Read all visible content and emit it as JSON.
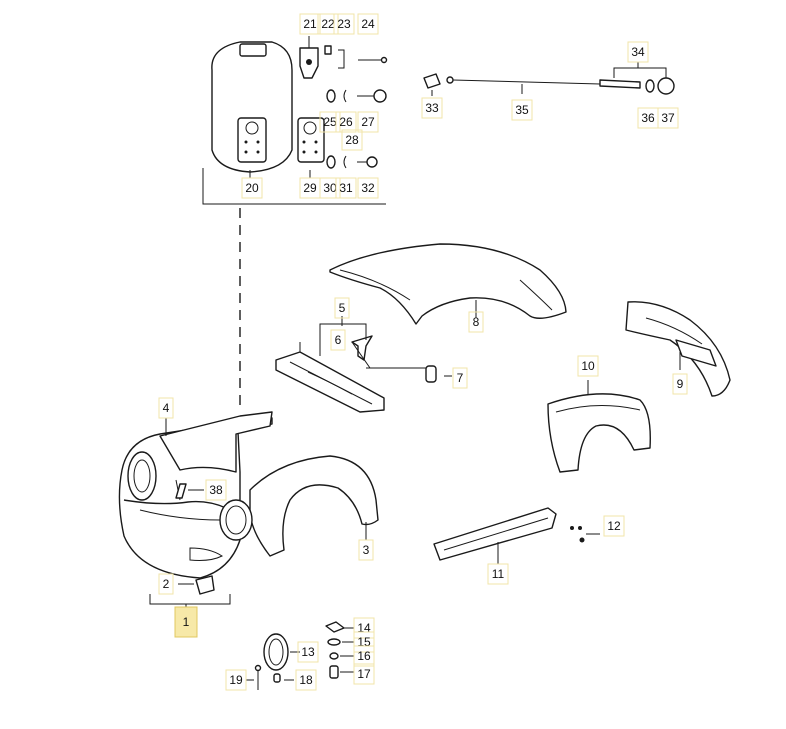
{
  "callouts": [
    {
      "id": "1",
      "label": "1"
    },
    {
      "id": "2",
      "label": "2"
    },
    {
      "id": "3",
      "label": "3"
    },
    {
      "id": "4",
      "label": "4"
    },
    {
      "id": "5",
      "label": "5"
    },
    {
      "id": "6",
      "label": "6"
    },
    {
      "id": "7",
      "label": "7"
    },
    {
      "id": "8",
      "label": "8"
    },
    {
      "id": "9",
      "label": "9"
    },
    {
      "id": "10",
      "label": "10"
    },
    {
      "id": "11",
      "label": "11"
    },
    {
      "id": "12",
      "label": "12"
    },
    {
      "id": "13",
      "label": "13"
    },
    {
      "id": "14",
      "label": "14"
    },
    {
      "id": "15",
      "label": "15"
    },
    {
      "id": "16",
      "label": "16"
    },
    {
      "id": "17",
      "label": "17"
    },
    {
      "id": "18",
      "label": "18"
    },
    {
      "id": "19",
      "label": "19"
    },
    {
      "id": "20",
      "label": "20"
    },
    {
      "id": "21",
      "label": "21"
    },
    {
      "id": "22",
      "label": "22"
    },
    {
      "id": "23",
      "label": "23"
    },
    {
      "id": "24",
      "label": "24"
    },
    {
      "id": "25",
      "label": "25"
    },
    {
      "id": "26",
      "label": "26"
    },
    {
      "id": "27",
      "label": "27"
    },
    {
      "id": "28",
      "label": "28"
    },
    {
      "id": "29",
      "label": "29"
    },
    {
      "id": "30",
      "label": "30"
    },
    {
      "id": "31",
      "label": "31"
    },
    {
      "id": "32",
      "label": "32"
    },
    {
      "id": "33",
      "label": "33"
    },
    {
      "id": "34",
      "label": "34"
    },
    {
      "id": "35",
      "label": "35"
    },
    {
      "id": "36",
      "label": "36"
    },
    {
      "id": "37",
      "label": "37"
    },
    {
      "id": "38",
      "label": "38"
    }
  ],
  "highlighted_callout": "1",
  "colors": {
    "line": "#1a1a1a",
    "callout_border": "#f2e4a8",
    "highlight": "#f7e9a8"
  }
}
